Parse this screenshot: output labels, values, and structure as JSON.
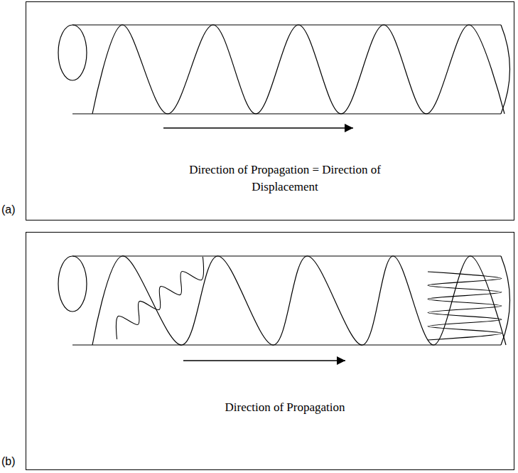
{
  "diagram": {
    "nodes": [
      {
        "text": [
          "Direction of Propagation = Direction of Displacement"
        ]
      },
      {
        "text": [
          "Direction of Propagation"
        ]
      }
    ],
    "labels": [
      "(a)",
      "(b)"
    ]
  }
}
